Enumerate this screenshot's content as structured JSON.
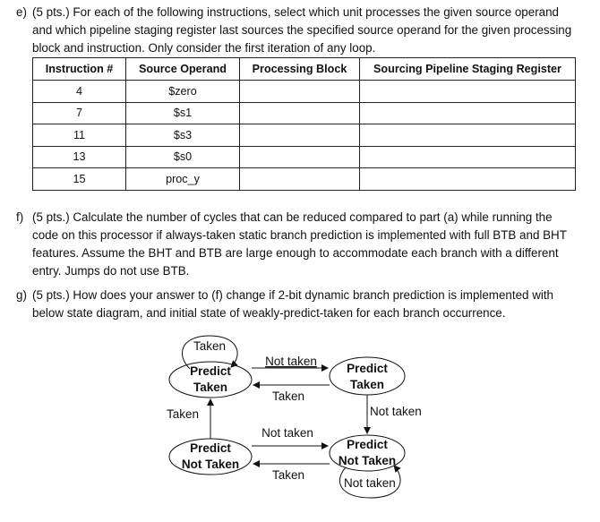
{
  "question_e": {
    "label": "e)",
    "line1": "(5 pts.) For each of the following instructions, select which unit processes the given source operand",
    "line2": "and which pipeline staging register last sources the specified source operand for the given processing",
    "line3": "block and instruction. Only consider the first iteration of any loop."
  },
  "table": {
    "headers": [
      "Instruction #",
      "Source Operand",
      "Processing Block",
      "Sourcing Pipeline Staging Register"
    ],
    "rows": [
      [
        "4",
        "$zero",
        "",
        ""
      ],
      [
        "7",
        "$s1",
        "",
        ""
      ],
      [
        "11",
        "$s3",
        "",
        ""
      ],
      [
        "13",
        "$s0",
        "",
        ""
      ],
      [
        "15",
        "proc_y",
        "",
        ""
      ]
    ]
  },
  "question_f": {
    "label": "f)",
    "line1": "(5 pts.) Calculate the number of cycles that can be reduced compared to part (a) while running the",
    "line2": "code on this processor if always-taken static branch prediction is implemented with full BTB and BHT",
    "line3": "features. Assume the BHT and BTB are large enough to accommodate each branch with a different",
    "line4": "entry. Jumps do not use BTB."
  },
  "question_g": {
    "label": "g)",
    "line1": "(5 pts.) How does your answer to (f) change if 2-bit dynamic branch prediction is implemented with",
    "line2": "below state diagram, and initial state of weakly-predict-taken for each branch occurrence."
  },
  "state_diagram": {
    "states": {
      "strong_taken": [
        "Predict",
        "Taken"
      ],
      "weak_taken": [
        "Predict",
        "Taken"
      ],
      "weak_not_taken": [
        "Predict",
        "Not Taken"
      ],
      "strong_not_taken": [
        "Predict",
        "Not Taken"
      ]
    },
    "transitions": {
      "self_taken": "Taken",
      "st_to_wt": "Not taken",
      "wt_to_st": "Taken",
      "snt_to_st": "Taken",
      "wt_to_wnt": "Not taken",
      "wnt_to_snt": "Not taken",
      "snt_to_wnt": "Taken",
      "self_not_taken": "Not taken"
    }
  }
}
